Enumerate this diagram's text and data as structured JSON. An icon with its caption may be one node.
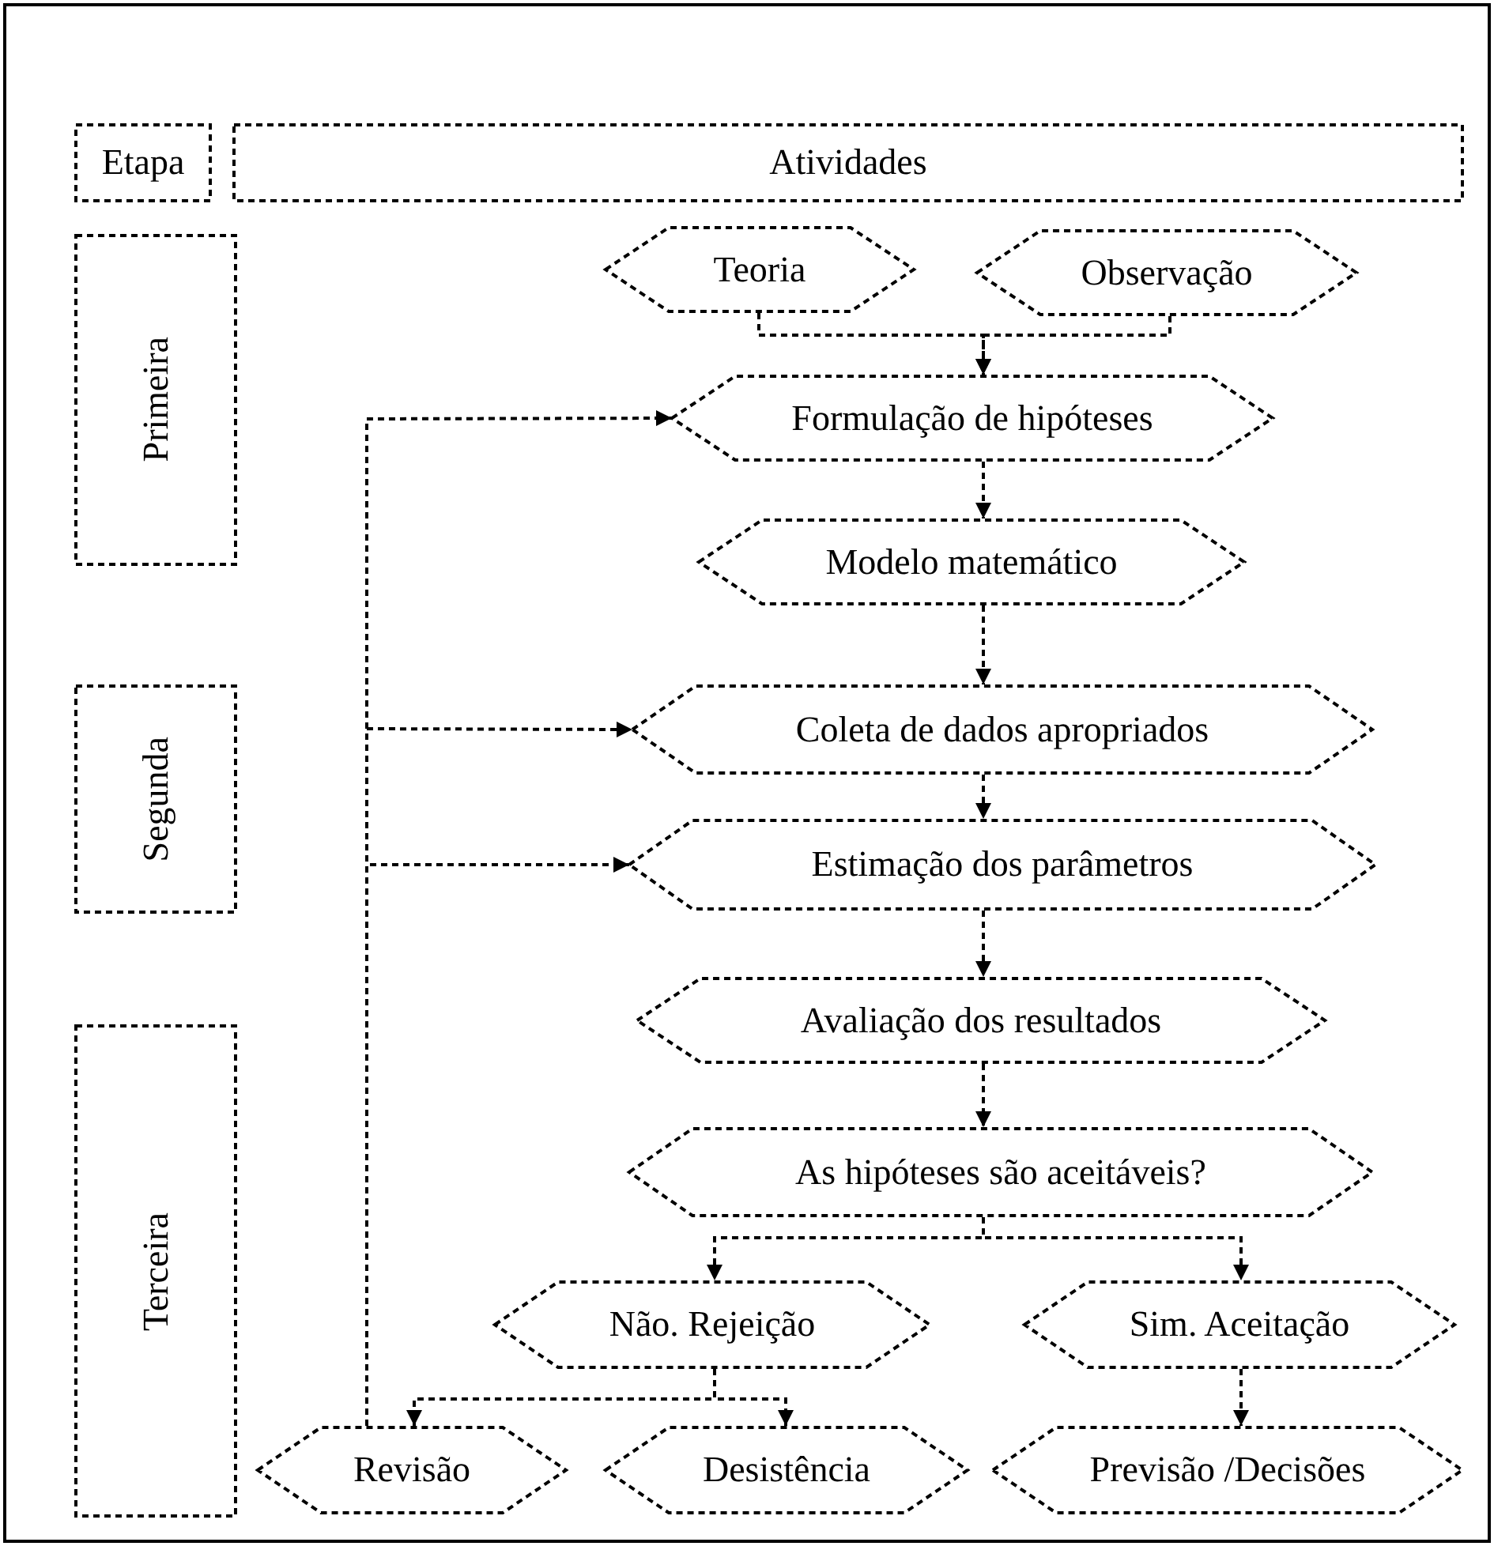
{
  "diagram": {
    "nodes": [
      {
        "text": [
          "Etapa"
        ]
      },
      {
        "text": [
          "Atividades"
        ]
      },
      {
        "text": [
          "Primeira"
        ]
      },
      {
        "text": [
          "Segunda"
        ]
      },
      {
        "text": [
          "Terceira"
        ]
      },
      {
        "text": [
          "Teoria"
        ]
      },
      {
        "text": [
          "Observação"
        ]
      },
      {
        "text": [
          "Formulação de hipóteses"
        ]
      },
      {
        "text": [
          "Modelo matemático"
        ]
      },
      {
        "text": [
          "Coleta de dados apropriados"
        ]
      },
      {
        "text": [
          "Estimação dos parâmetros"
        ]
      },
      {
        "text": [
          "Avaliação dos resultados"
        ]
      },
      {
        "text": [
          "As hipóteses são aceitáveis?"
        ]
      },
      {
        "text": [
          "Não. Rejeição"
        ]
      },
      {
        "text": [
          "Sim. Aceitação"
        ]
      },
      {
        "text": [
          "Revisão"
        ]
      },
      {
        "text": [
          "Desistência"
        ]
      },
      {
        "text": [
          "Previsão /Decisões"
        ]
      }
    ],
    "edges": [
      {
        "from": 5,
        "to": 7,
        "arrow": "to",
        "style": "dashed"
      },
      {
        "from": 6,
        "to": 7,
        "arrow": "to",
        "style": "dashed"
      },
      {
        "from": 7,
        "to": 8,
        "arrow": "to",
        "style": "dashed"
      },
      {
        "from": 8,
        "to": 9,
        "arrow": "to",
        "style": "dashed"
      },
      {
        "from": 9,
        "to": 10,
        "arrow": "to",
        "style": "dashed"
      },
      {
        "from": 10,
        "to": 11,
        "arrow": "to",
        "style": "dashed"
      },
      {
        "from": 11,
        "to": 12,
        "arrow": "to",
        "style": "dashed"
      },
      {
        "from": 12,
        "to": 13,
        "arrow": "to",
        "style": "dashed"
      },
      {
        "from": 12,
        "to": 14,
        "arrow": "to",
        "style": "dashed"
      },
      {
        "from": 13,
        "to": 15,
        "arrow": "to",
        "style": "dashed"
      },
      {
        "from": 13,
        "to": 16,
        "arrow": "to",
        "style": "dashed"
      },
      {
        "from": 14,
        "to": 17,
        "arrow": "to",
        "style": "dashed"
      },
      {
        "from": 15,
        "to": 7,
        "arrow": "to",
        "style": "dashed"
      },
      {
        "from": 15,
        "to": 9,
        "arrow": "to",
        "style": "dashed"
      },
      {
        "from": 15,
        "to": 10,
        "arrow": "to",
        "style": "dashed"
      }
    ]
  }
}
